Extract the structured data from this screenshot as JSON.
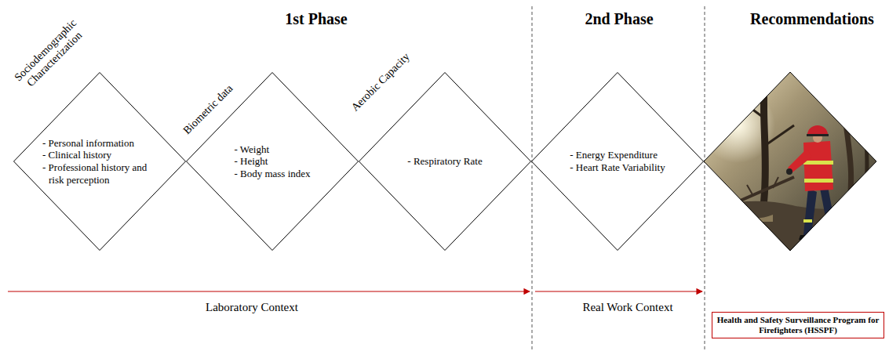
{
  "diagram": {
    "nodes": [
      {
        "text": [
          "Sociodemographic Characterization",
          "- Personal information",
          "- Clinical history",
          "- Professional history and risk perception"
        ]
      },
      {
        "text": [
          "Biometric data",
          "- Weight",
          "- Height",
          "- Body mass index"
        ]
      },
      {
        "text": [
          "Aerobic Capacity",
          "- Respiratory Rate"
        ]
      },
      {
        "text": [
          "- Energy Expenditure",
          "- Heart Rate Variability"
        ]
      },
      {
        "text": [
          "Health and Safety Surveillance Program for Firefighters (HSSPF)"
        ]
      }
    ],
    "labels": [
      "1st Phase",
      "2nd Phase",
      "Recommendations",
      "Laboratory Context",
      "Real Work Context"
    ]
  }
}
